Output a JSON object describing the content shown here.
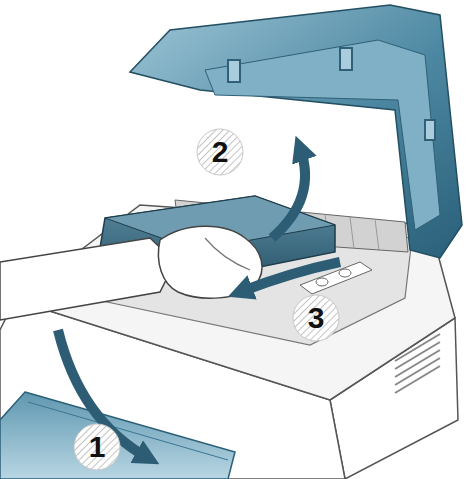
{
  "diagram": {
    "nodes": [
      {
        "text": [
          "2"
        ]
      },
      {
        "text": [
          "3"
        ]
      },
      {
        "text": [
          "1"
        ]
      }
    ]
  }
}
